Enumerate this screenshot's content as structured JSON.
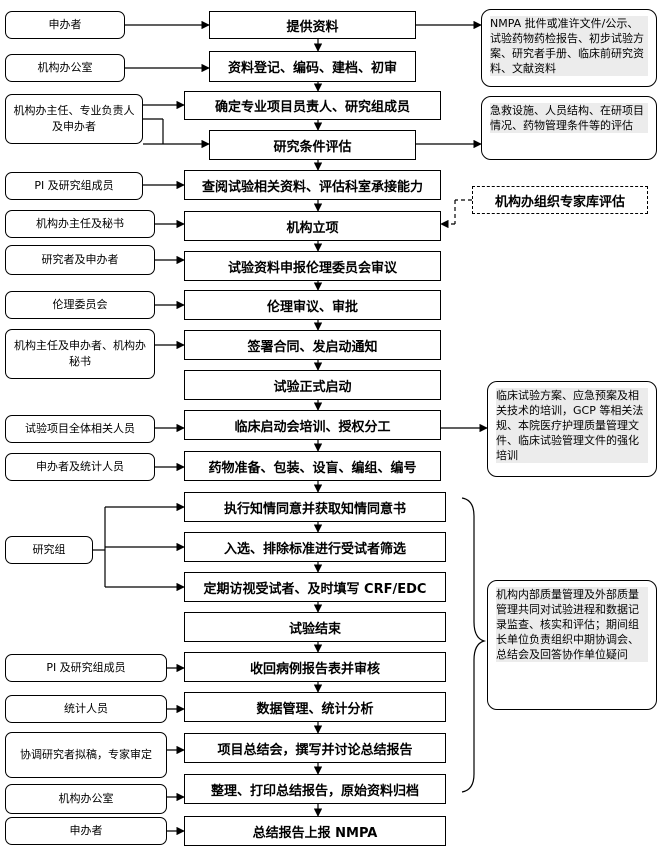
{
  "steps": [
    "提供资料",
    "资料登记、编码、建档、初审",
    "确定专业项目员责人、研究组成员",
    "研究条件评估",
    "查阅试验相关资料、评估科室承接能力",
    "机构立项",
    "试验资料申报伦理委员会审议",
    "伦理审议、审批",
    "签署合同、发启动通知",
    "试验正式启动",
    "临床启动会培训、授权分工",
    "药物准备、包装、设盲、编组、编号",
    "执行知情同意并获取知情同意书",
    "入选、排除标准进行受试者筛选",
    "定期访视受试者、及时填写 CRF/EDC",
    "试验结束",
    "收回病例报告表并审核",
    "数据管理、统计分析",
    "项目总结会，撰写并讨论总结报告",
    "整理、打印总结报告，原始资料归档",
    "总结报告上报 NMPA"
  ],
  "roles": [
    "申办者",
    "机构办公室",
    "机构办主任、专业负责人及申办者",
    "PI 及研究组成员",
    "机构办主任及秘书",
    "研究者及申办者",
    "伦理委员会",
    "机构主任及申办者、机构办秘书",
    "试验项目全体相关人员",
    "申办者及统计人员",
    "研究组",
    "PI 及研究组成员",
    "统计人员",
    "协调研究者拟稿，专家审定",
    "机构办公室",
    "申办者"
  ],
  "notes": [
    "NMPA 批件或准许文件/公示、试验药物药检报告、初步试验方案、研究者手册、临床前研究资料、文献资料",
    "急救设施、人员结构、在研项目情况、药物管理条件等的评估",
    "临床试验方案、应急预案及相关技术的培训，GCP 等相关法规、本院医疗护理质量管理文件、临床试验管理文件的强化培训",
    "机构内部质量管理及外部质量管理共同对试验进程和数据记录监查、核实和评估；期间组长单位负责组织中期协调会、总结会及回答协作单位疑问"
  ],
  "expert_eval": "机构办组织专家库评估"
}
